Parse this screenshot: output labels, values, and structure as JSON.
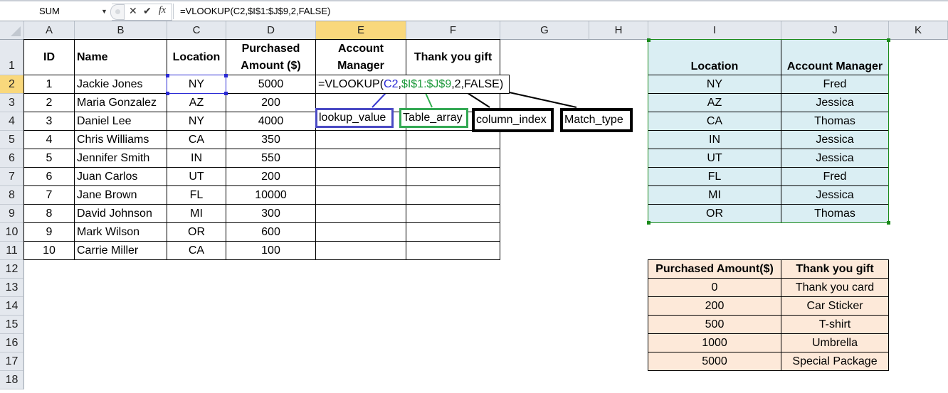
{
  "formula_bar": {
    "name_box": "SUM",
    "cancel_icon": "✕",
    "enter_icon": "✔",
    "fx_label": "fx",
    "formula": "=VLOOKUP(C2,$I$1:$J$9,2,FALSE)"
  },
  "columns": [
    "A",
    "B",
    "C",
    "D",
    "E",
    "F",
    "G",
    "H",
    "I",
    "J",
    "K"
  ],
  "rows": [
    "1",
    "2",
    "3",
    "4",
    "5",
    "6",
    "7",
    "8",
    "9",
    "10",
    "11",
    "12",
    "13",
    "14",
    "15",
    "16",
    "17",
    "18"
  ],
  "main_table": {
    "headers": [
      "ID",
      "Name",
      "Location",
      "Purchased Amount ($)",
      "Account Manager",
      "Thank you gift"
    ],
    "header_lines": {
      "d1": "Purchased",
      "d2": "Amount ($)",
      "e1": "Account",
      "e2": "Manager"
    },
    "rows": [
      [
        "1",
        "Jackie Jones",
        "NY",
        "5000"
      ],
      [
        "2",
        "Maria Gonzalez",
        "AZ",
        "200"
      ],
      [
        "3",
        "Daniel Lee",
        "NY",
        "4000"
      ],
      [
        "4",
        "Chris Williams",
        "CA",
        "350"
      ],
      [
        "5",
        "Jennifer Smith",
        "IN",
        "550"
      ],
      [
        "6",
        "Juan Carlos",
        "UT",
        "200"
      ],
      [
        "7",
        "Jane Brown",
        "FL",
        "10000"
      ],
      [
        "8",
        "David Johnson",
        "MI",
        "300"
      ],
      [
        "9",
        "Mark Wilson",
        "OR",
        "600"
      ],
      [
        "10",
        "Carrie Miller",
        "CA",
        "100"
      ]
    ]
  },
  "edit_cell": {
    "prefix": "=VLOOKUP(",
    "arg1": "C2",
    "comma1": ",",
    "arg2": "$I$1:$J$9",
    "rest": ",2,FALSE)"
  },
  "annotations": {
    "lookup_value": "lookup_value",
    "table_array": "Table_array",
    "column_index": "column_index",
    "match_type": "Match_type"
  },
  "manager_table": {
    "headers": [
      "Location",
      "Account Manager"
    ],
    "rows": [
      [
        "NY",
        "Fred"
      ],
      [
        "AZ",
        "Jessica"
      ],
      [
        "CA",
        "Thomas"
      ],
      [
        "IN",
        "Jessica"
      ],
      [
        "UT",
        "Jessica"
      ],
      [
        "FL",
        "Fred"
      ],
      [
        "MI",
        "Jessica"
      ],
      [
        "OR",
        "Thomas"
      ]
    ]
  },
  "gift_table": {
    "headers": [
      "Purchased Amount($)",
      "Thank you gift"
    ],
    "rows": [
      [
        "0",
        "Thank you card"
      ],
      [
        "200",
        "Car Sticker"
      ],
      [
        "500",
        "T-shirt"
      ],
      [
        "1000",
        "Umbrella"
      ],
      [
        "5000",
        "Special Package"
      ]
    ]
  },
  "colors": {
    "blue_ref": "#2a2ad4",
    "green_ref": "#1e9a3c",
    "manager_bg": "#daeef3",
    "gift_bg": "#fde9d9",
    "selected_header": "#f9d87c"
  }
}
